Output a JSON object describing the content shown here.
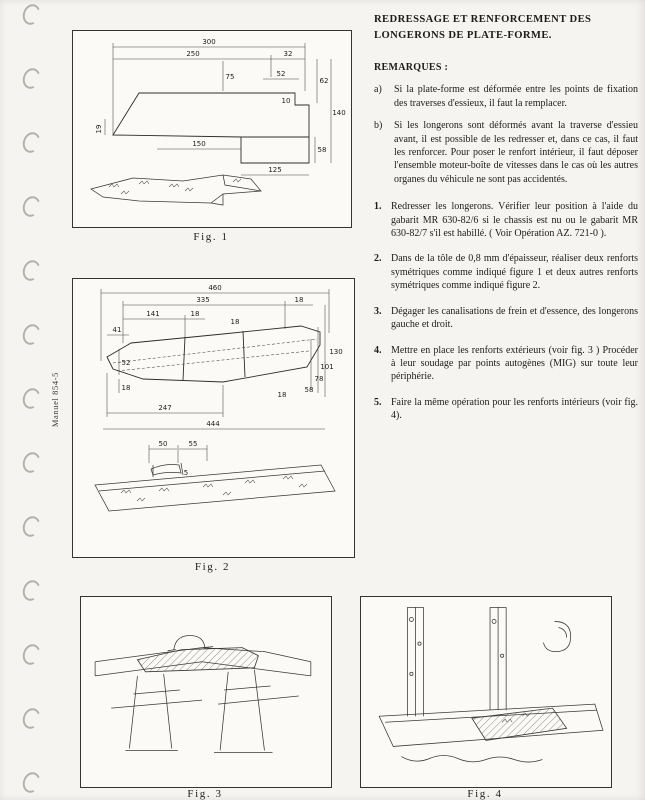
{
  "page": {
    "manual_ref": "Manuel 854-5",
    "title_line1": "REDRESSAGE ET RENFORCEMENT DES",
    "title_line2": "LONGERONS DE PLATE-FORME.",
    "remarks_heading": "REMARQUES :"
  },
  "remarks": [
    {
      "label": "a)",
      "text": "Si la plate-forme est déformée entre les points de fixation des traverses d'essieux, il faut la remplacer."
    },
    {
      "label": "b)",
      "text": "Si les longerons sont déformés avant la traverse d'essieu avant, il est possible de les redresser et, dans ce cas, il faut les renforcer. Pour poser le renfort intérieur, il faut déposer l'ensemble moteur-boîte de vitesses dans le cas où les autres organes du véhicule ne sont pas accidentés."
    }
  ],
  "steps": [
    {
      "num": "1.",
      "text": "Redresser les longerons. Vérifier leur position à l'aide du gabarit MR 630-82/6 si le chassis est nu ou le gabarit MR 630-82/7 s'il est habillé. ( Voir Opération AZ. 721-0 )."
    },
    {
      "num": "2.",
      "text": "Dans de la tôle de 0,8 mm d'épaisseur, réaliser deux renforts symétriques comme indiqué figure 1 et deux autres renforts symétriques comme indiqué figure 2."
    },
    {
      "num": "3.",
      "text": "Dégager les canalisations de frein et d'essence, des longerons gauche et droit."
    },
    {
      "num": "4.",
      "text": "Mettre en place les renforts extérieurs (voir fig. 3 ) Procéder à leur soudage par points autogènes (MIG) sur toute leur périphérie."
    },
    {
      "num": "5.",
      "text": "Faire la même opération pour les renforts intérieurs (voir fig. 4)."
    }
  ],
  "figures": {
    "fig1": {
      "caption": "Fig. 1",
      "dims": [
        "300",
        "250",
        "32",
        "52",
        "62",
        "75",
        "10",
        "19",
        "150",
        "58",
        "125",
        "140"
      ]
    },
    "fig2": {
      "caption": "Fig. 2",
      "dims": [
        "460",
        "335",
        "18",
        "141",
        "18",
        "41",
        "52",
        "18",
        "18",
        "18",
        "130",
        "101",
        "78",
        "58",
        "247",
        "444",
        "50",
        "55",
        "5"
      ]
    },
    "fig3": {
      "caption": "Fig. 3"
    },
    "fig4": {
      "caption": "Fig. 4"
    }
  }
}
